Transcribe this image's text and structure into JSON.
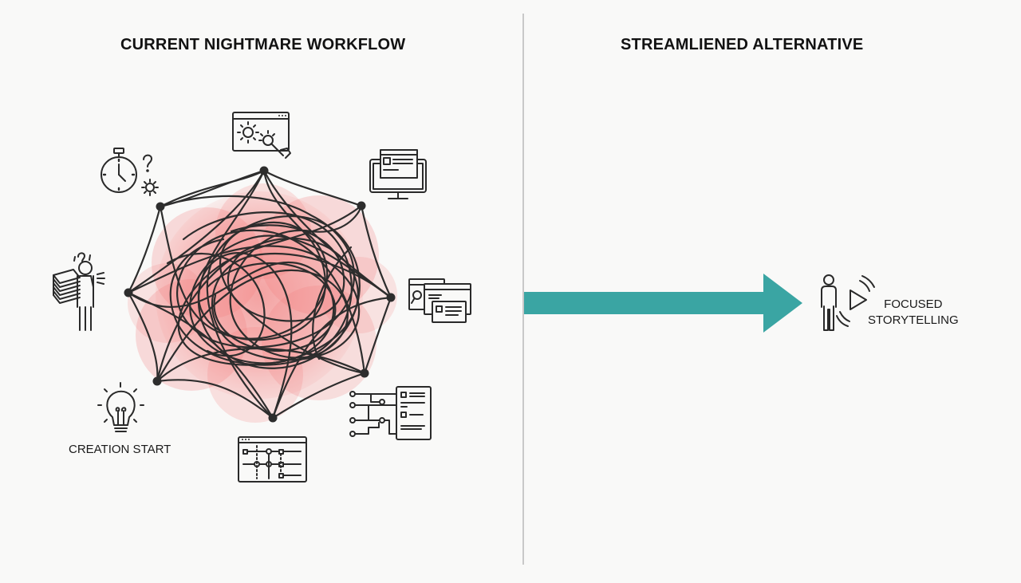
{
  "left_panel": {
    "title": "CURRENT NIGHTMARE WORKFLOW",
    "start_label": "CREATION START",
    "icons": [
      "stopwatch-question-gear-icon",
      "settings-window-gear-wrench-icon",
      "monitor-document-icon",
      "overwhelmed-person-paper-stack-icon",
      "overlapping-browser-windows-icon",
      "lightbulb-icon",
      "circuit-document-icon",
      "timeline-window-icon"
    ],
    "tangle_color": "#f26a6a",
    "line_color": "#2d2d2d"
  },
  "right_panel": {
    "title": "STREAMLIENED ALTERNATIVE",
    "arrow_color": "#3aa5a3",
    "result_label_line1": "FOCUSED",
    "result_label_line2": "STORYTELLING",
    "result_icon": "person-play-icon"
  }
}
